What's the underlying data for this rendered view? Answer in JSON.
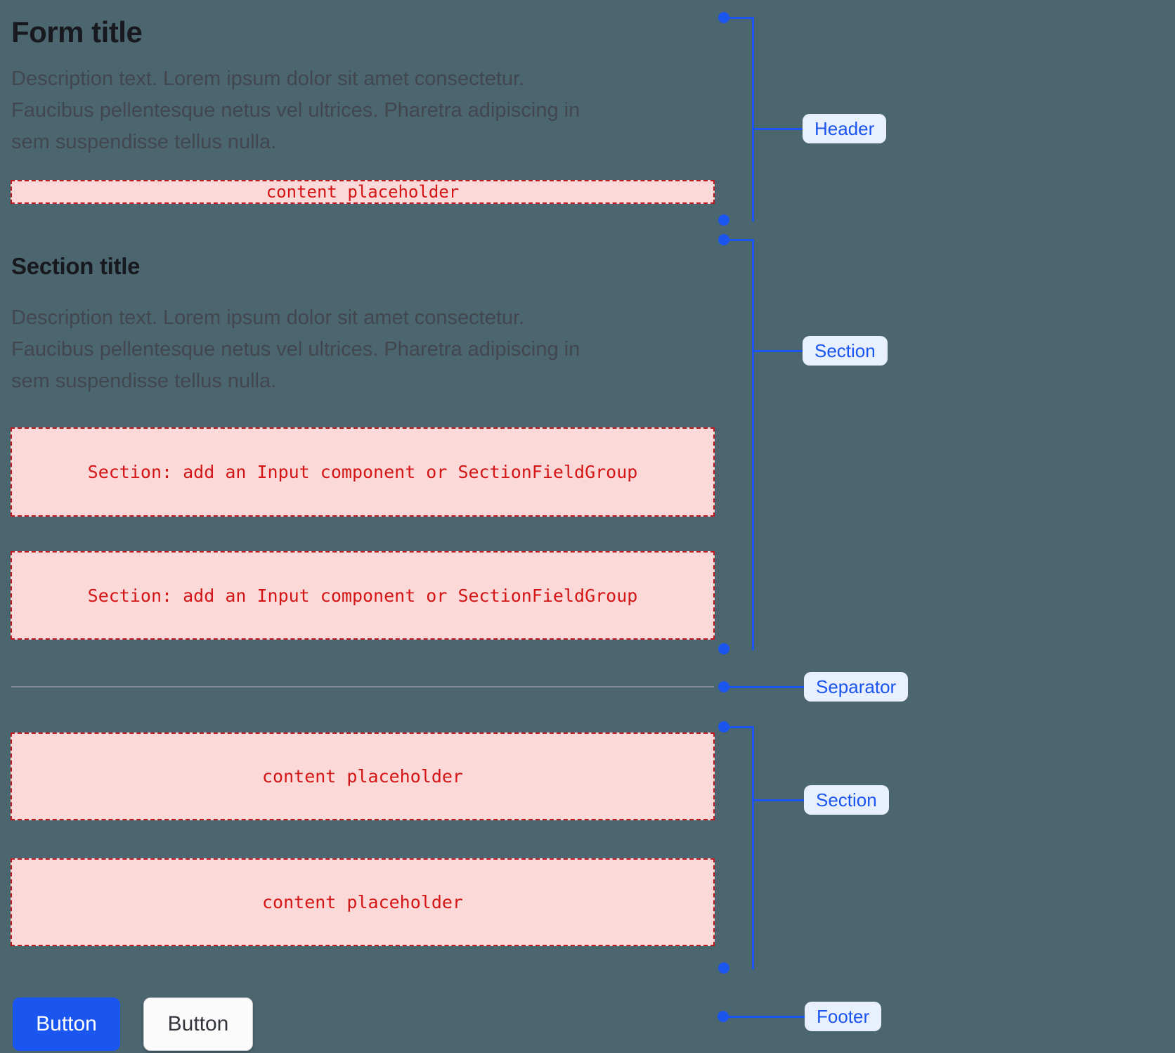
{
  "colors": {
    "bg": "#4C6670",
    "accent": "#1B55F0",
    "pill-bg": "#E8F0FD",
    "ph-bg": "#FCD9D9",
    "ph-border": "#BE1A1F",
    "ph-text": "#D41515",
    "title": "#17191E",
    "desc": "#42464E",
    "sep": "#949AA4",
    "btn-secondary-bg": "#FBFBFB",
    "btn-secondary-border": "#C8CBCE",
    "btn-secondary-text": "#33363C"
  },
  "header": {
    "title": "Form title",
    "description_lines": [
      "Description text. Lorem ipsum dolor sit amet consectetur.",
      "Faucibus pellentesque netus vel ultrices. Pharetra adipiscing in",
      "sem suspendisse tellus nulla."
    ],
    "placeholder": "content placeholder",
    "annotation": "Header"
  },
  "section1": {
    "title": "Section title",
    "description_lines": [
      "Description text. Lorem ipsum dolor sit amet consectetur.",
      "Faucibus pellentesque netus vel ultrices. Pharetra adipiscing in",
      "sem suspendisse tellus nulla."
    ],
    "boxes": [
      "Section: add an Input component or SectionFieldGroup",
      "Section: add an Input component or SectionFieldGroup"
    ],
    "annotation": "Section"
  },
  "separator": {
    "annotation": "Separator"
  },
  "section2": {
    "boxes": [
      "content placeholder",
      "content placeholder"
    ],
    "annotation": "Section"
  },
  "footer": {
    "buttons": [
      {
        "label": "Button",
        "variant": "primary"
      },
      {
        "label": "Button",
        "variant": "secondary"
      }
    ],
    "annotation": "Footer"
  }
}
